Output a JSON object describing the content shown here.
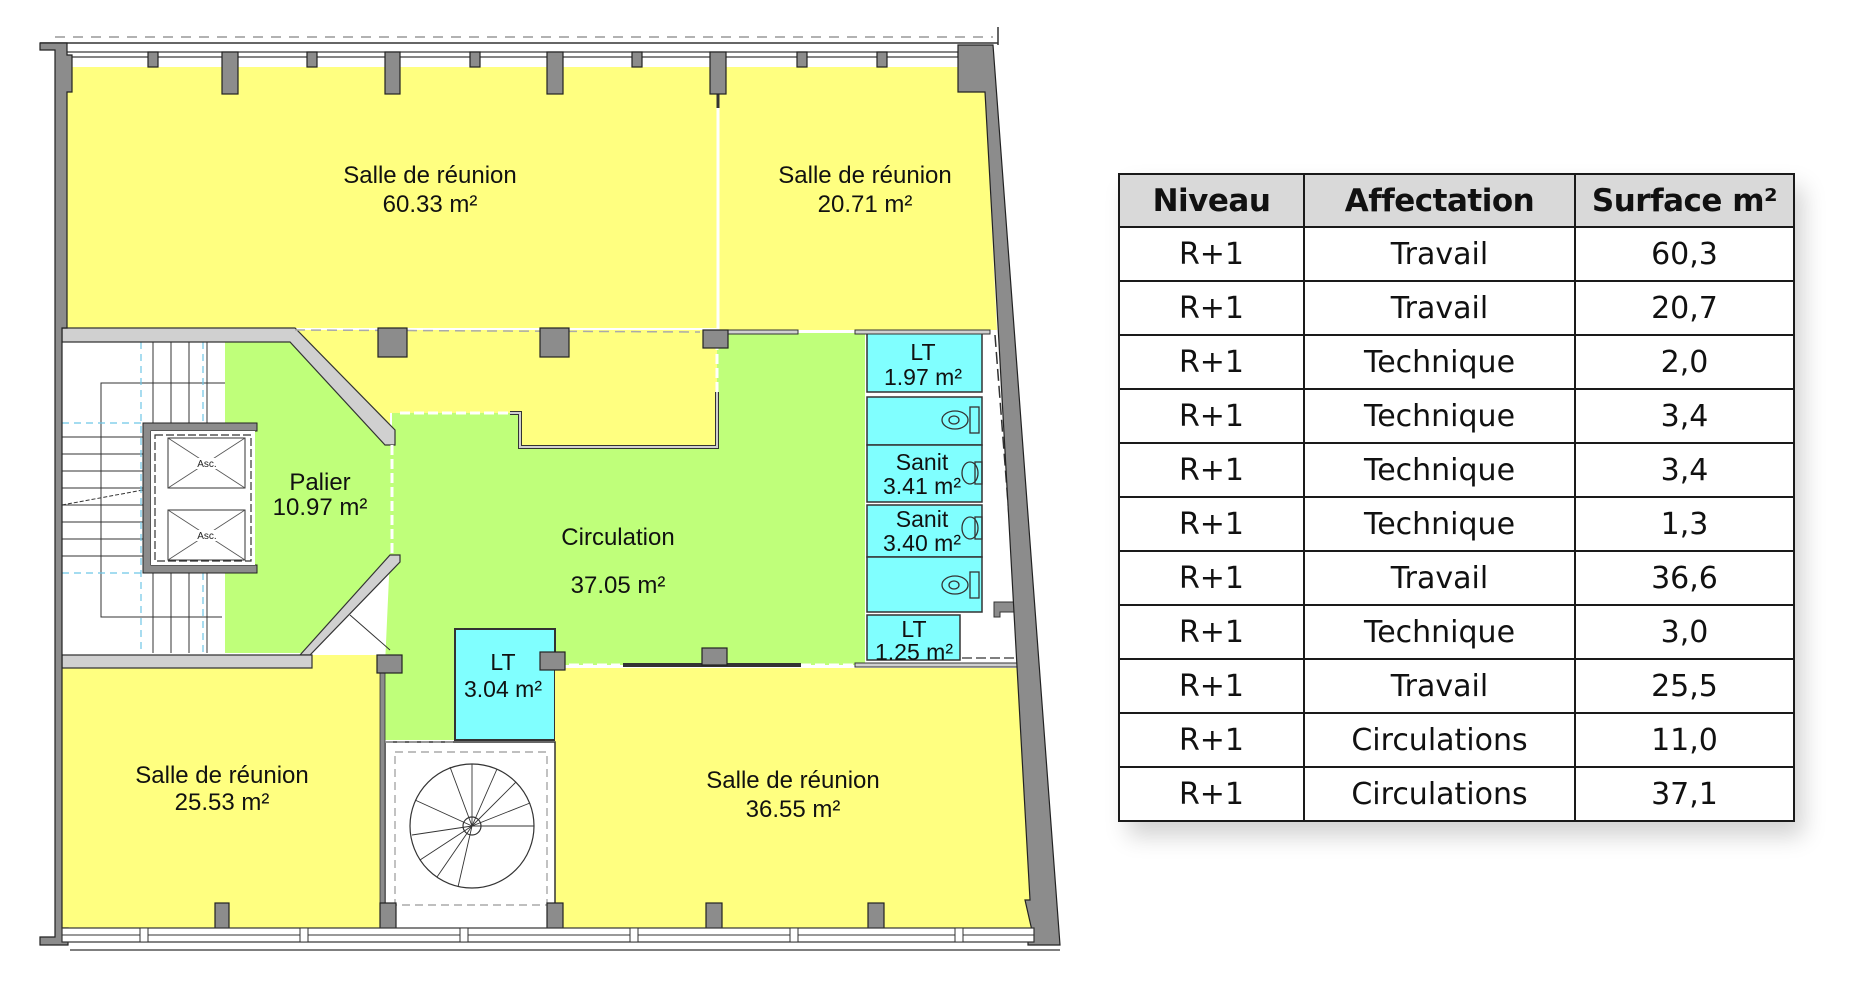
{
  "plan": {
    "level": "R+1",
    "colors": {
      "travail": "#ffff80",
      "circulation": "#bfff7a",
      "technique": "#80ffff",
      "wall": "#8c8c8c",
      "partition": "#d0d0d0",
      "line": "#1a1a1a"
    },
    "rooms": [
      {
        "id": "salle-60",
        "name": "Salle de réunion",
        "area": "60.33 m²",
        "type": "travail"
      },
      {
        "id": "salle-20",
        "name": "Salle de réunion",
        "area": "20.71 m²",
        "type": "travail"
      },
      {
        "id": "lt-197",
        "name": "LT",
        "area": "1.97 m²",
        "type": "technique"
      },
      {
        "id": "sanit-341",
        "name": "Sanit",
        "area": "3.41 m²",
        "type": "technique"
      },
      {
        "id": "sanit-340",
        "name": "Sanit",
        "area": "3.40 m²",
        "type": "technique"
      },
      {
        "id": "lt-125",
        "name": "LT",
        "area": "1.25 m²",
        "type": "technique"
      },
      {
        "id": "palier",
        "name": "Palier",
        "area": "10.97 m²",
        "type": "circulation"
      },
      {
        "id": "circulation",
        "name": "Circulation",
        "area": "37.05 m²",
        "type": "circulation"
      },
      {
        "id": "lt-304",
        "name": "LT",
        "area": "3.04 m²",
        "type": "technique"
      },
      {
        "id": "salle-25",
        "name": "Salle de réunion",
        "area": "25.53 m²",
        "type": "travail"
      },
      {
        "id": "salle-36",
        "name": "Salle de réunion",
        "area": "36.55 m²",
        "type": "travail"
      }
    ],
    "elevators": [
      {
        "label": "Asc."
      },
      {
        "label": "Asc."
      }
    ]
  },
  "table": {
    "headers": [
      "Niveau",
      "Affectation",
      "Surface m²"
    ],
    "rows": [
      [
        "R+1",
        "Travail",
        "60,3"
      ],
      [
        "R+1",
        "Travail",
        "20,7"
      ],
      [
        "R+1",
        "Technique",
        "2,0"
      ],
      [
        "R+1",
        "Technique",
        "3,4"
      ],
      [
        "R+1",
        "Technique",
        "3,4"
      ],
      [
        "R+1",
        "Technique",
        "1,3"
      ],
      [
        "R+1",
        "Travail",
        "36,6"
      ],
      [
        "R+1",
        "Technique",
        "3,0"
      ],
      [
        "R+1",
        "Travail",
        "25,5"
      ],
      [
        "R+1",
        "Circulations",
        "11,0"
      ],
      [
        "R+1",
        "Circulations",
        "37,1"
      ]
    ]
  },
  "chart_data": {
    "type": "table",
    "title": "",
    "columns": [
      "Niveau",
      "Affectation",
      "Surface m²"
    ],
    "rows": [
      {
        "niveau": "R+1",
        "affectation": "Travail",
        "surface": 60.3
      },
      {
        "niveau": "R+1",
        "affectation": "Travail",
        "surface": 20.7
      },
      {
        "niveau": "R+1",
        "affectation": "Technique",
        "surface": 2.0
      },
      {
        "niveau": "R+1",
        "affectation": "Technique",
        "surface": 3.4
      },
      {
        "niveau": "R+1",
        "affectation": "Technique",
        "surface": 3.4
      },
      {
        "niveau": "R+1",
        "affectation": "Technique",
        "surface": 1.3
      },
      {
        "niveau": "R+1",
        "affectation": "Travail",
        "surface": 36.6
      },
      {
        "niveau": "R+1",
        "affectation": "Technique",
        "surface": 3.0
      },
      {
        "niveau": "R+1",
        "affectation": "Travail",
        "surface": 25.5
      },
      {
        "niveau": "R+1",
        "affectation": "Circulations",
        "surface": 11.0
      },
      {
        "niveau": "R+1",
        "affectation": "Circulations",
        "surface": 37.1
      }
    ],
    "plan_rooms": [
      {
        "name": "Salle de réunion",
        "area_m2": 60.33
      },
      {
        "name": "Salle de réunion",
        "area_m2": 20.71
      },
      {
        "name": "LT",
        "area_m2": 1.97
      },
      {
        "name": "Sanit",
        "area_m2": 3.41
      },
      {
        "name": "Sanit",
        "area_m2": 3.4
      },
      {
        "name": "LT",
        "area_m2": 1.25
      },
      {
        "name": "Palier",
        "area_m2": 10.97
      },
      {
        "name": "Circulation",
        "area_m2": 37.05
      },
      {
        "name": "LT",
        "area_m2": 3.04
      },
      {
        "name": "Salle de réunion",
        "area_m2": 25.53
      },
      {
        "name": "Salle de réunion",
        "area_m2": 36.55
      }
    ]
  }
}
